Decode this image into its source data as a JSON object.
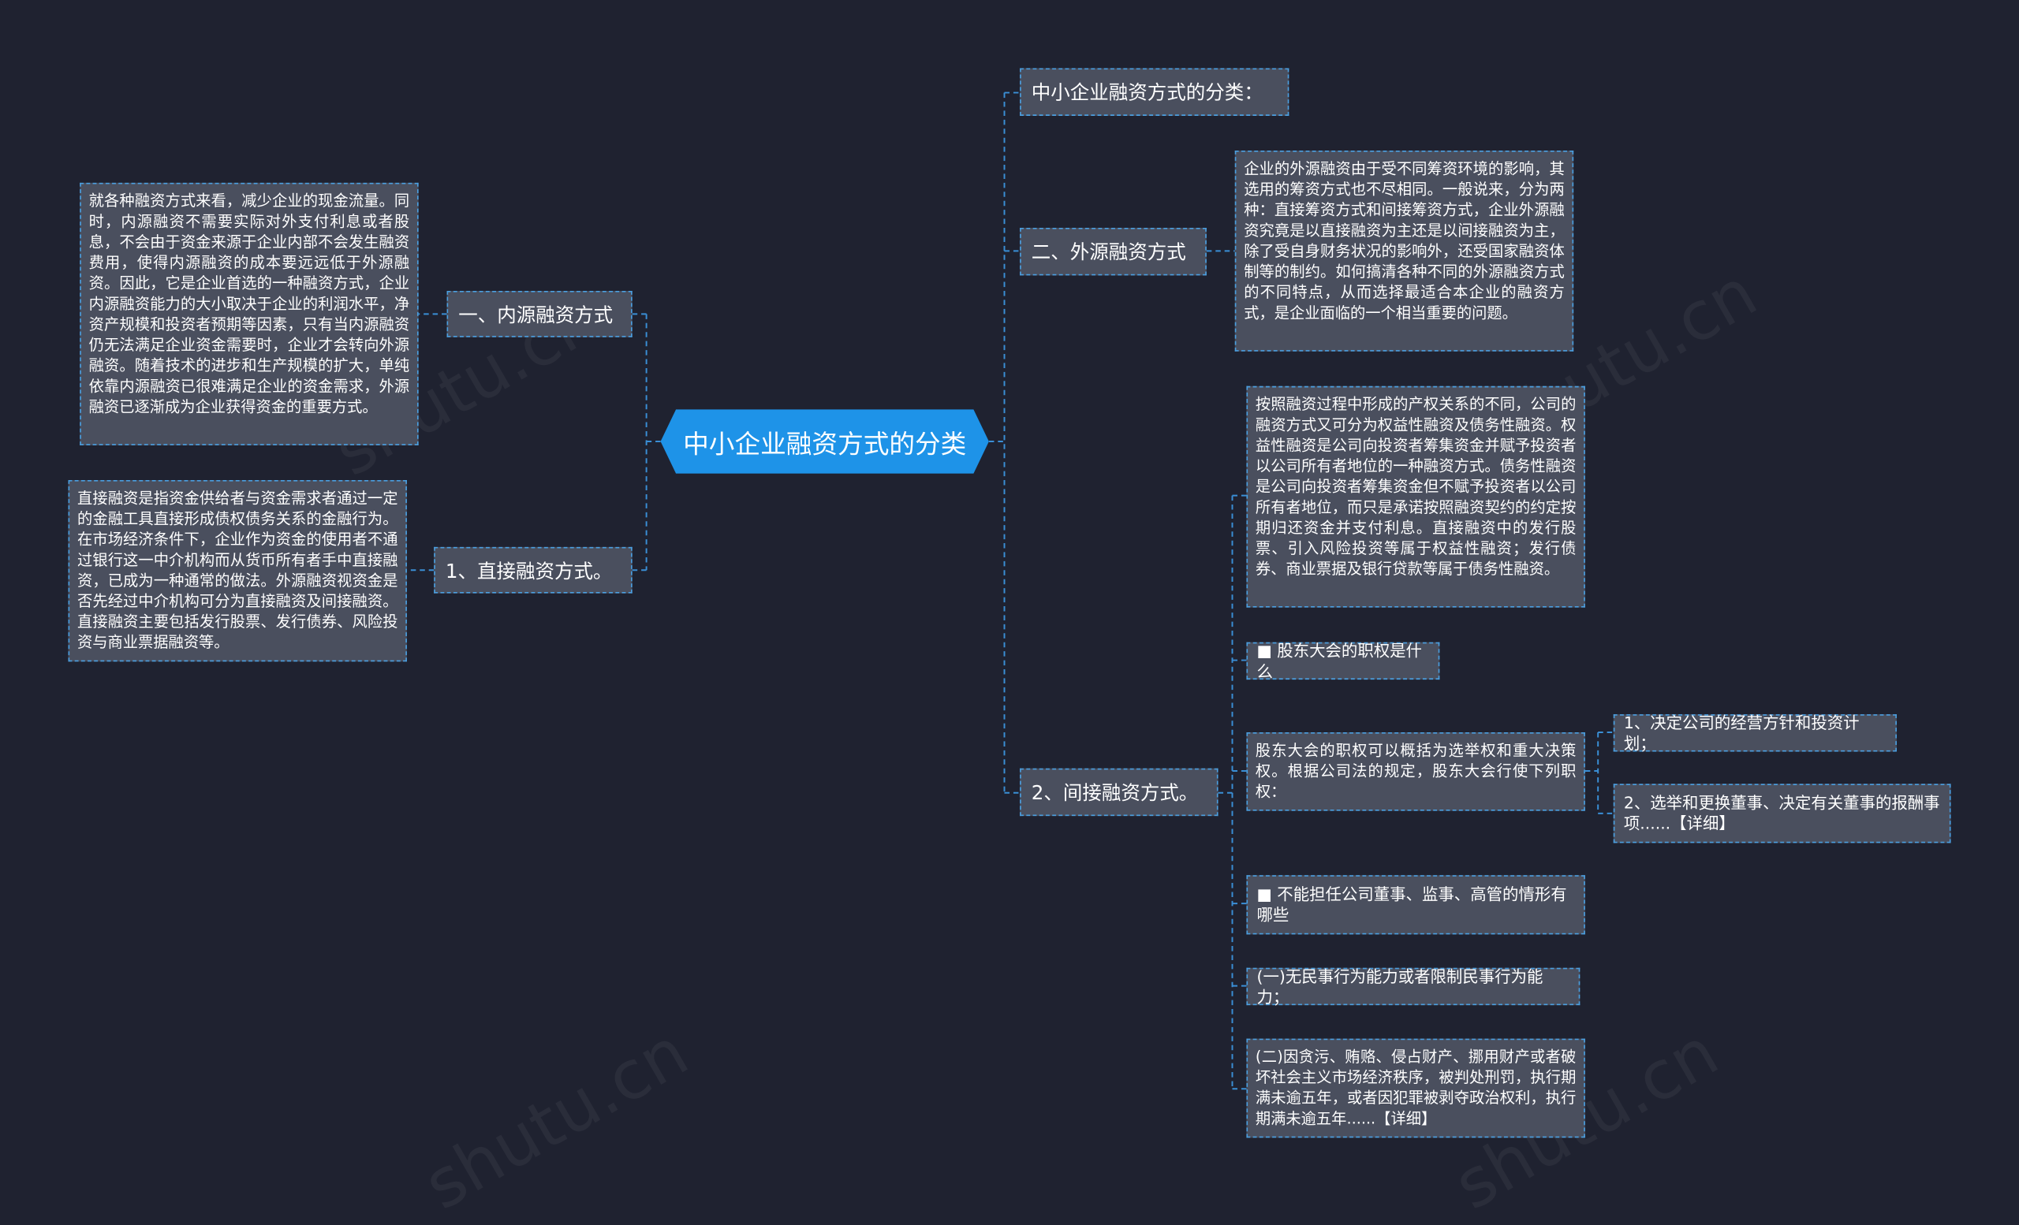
{
  "root": {
    "label": "中小企业融资方式的分类"
  },
  "watermarks": [
    "shutu.cn",
    "shutu.cn",
    "shutu.cn",
    "shutu.cn"
  ],
  "left": {
    "internal": {
      "label": "一、内源融资方式",
      "note": "就各种融资方式来看，减少企业的现金流量。同时，内源融资不需要实际对外支付利息或者股息，不会由于资金来源于企业内部不会发生融资费用，使得内源融资的成本要远远低于外源融资。因此，它是企业首选的一种融资方式，企业内源融资能力的大小取决于企业的利润水平，净资产规模和投资者预期等因素，只有当内源融资仍无法满足企业资金需要时，企业才会转向外源融资。随着技术的进步和生产规模的扩大，单纯依靠内源融资已很难满足企业的资金需求，外源融资已逐渐成为企业获得资金的重要方式。"
    },
    "direct": {
      "label": "1、直接融资方式。",
      "note": "直接融资是指资金供给者与资金需求者通过一定的金融工具直接形成债权债务关系的金融行为。在市场经济条件下，企业作为资金的使用者不通过银行这一中介机构而从货币所有者手中直接融资，已成为一种通常的做法。外源融资视资金是否先经过中介机构可分为直接融资及间接融资。直接融资主要包括发行股票、发行债券、风险投资与商业票据融资等。"
    }
  },
  "right": {
    "classification": {
      "label": "中小企业融资方式的分类："
    },
    "external": {
      "label": "二、外源融资方式",
      "note": "企业的外源融资由于受不同筹资环境的影响，其选用的筹资方式也不尽相同。一般说来，分为两种：直接筹资方式和间接筹资方式，企业外源融资究竟是以直接融资为主还是以间接融资为主，除了受自身财务状况的影响外，还受国家融资体制等的制约。如何搞清各种不同的外源融资方式的不同特点，从而选择最适合本企业的融资方式，是企业面临的一个相当重要的问题。"
    },
    "indirect": {
      "label": "2、间接融资方式。",
      "notes": {
        "equity": "按照融资过程中形成的产权关系的不同，公司的融资方式又可分为权益性融资及债务性融资。权益性融资是公司向投资者筹集资金并赋予投资者以公司所有者地位的一种融资方式。债务性融资是公司向投资者筹集资金但不赋予投资者以公司所有者地位，而只是承诺按照融资契约的约定按期归还资金并支付利息。直接融资中的发行股票、引入风险投资等属于权益性融资；发行债券、商业票据及银行贷款等属于债务性融资。",
        "q1": "■ 股东大会的职权是什么",
        "powers": "股东大会的职权可以概括为选举权和重大决策权。根据公司法的规定，股东大会行使下列职权：",
        "power1": "1、决定公司的经营方针和投资计划；",
        "power2": "2、选举和更换董事、决定有关董事的报酬事项......【详细】",
        "q2": "■ 不能担任公司董事、监事、高管的情形有哪些",
        "c1": "(一)无民事行为能力或者限制民事行为能力；",
        "c2": "(二)因贪污、贿赂、侵占财产、挪用财产或者破坏社会主义市场经济秩序，被判处刑罚，执行期满未逾五年，或者因犯罪被剥夺政治权利，执行期满未逾五年......【详细】"
      }
    }
  }
}
